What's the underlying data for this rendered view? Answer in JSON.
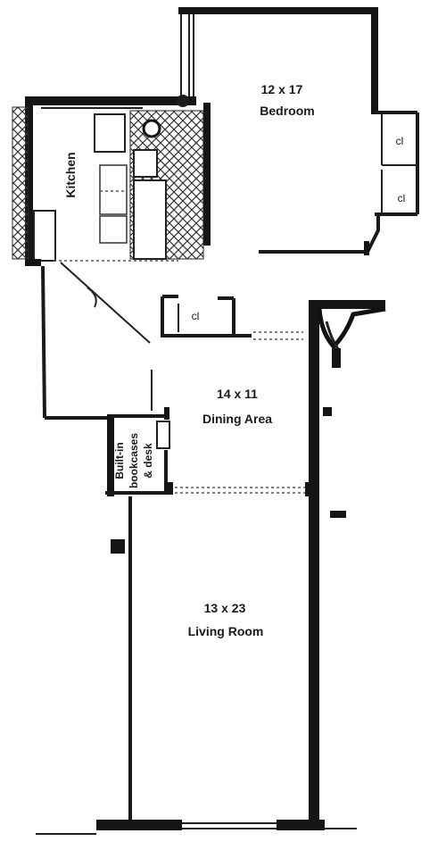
{
  "rooms": {
    "bedroom": {
      "dimensions": "12 x 17",
      "name": "Bedroom"
    },
    "kitchen": {
      "name": "Kitchen"
    },
    "dining": {
      "dimensions": "14 x 11",
      "name": "Dining Area"
    },
    "living": {
      "dimensions": "13 x 23",
      "name": "Living Room"
    },
    "bookcases": {
      "line1": "Built-in",
      "line2": "bookcases",
      "line3": "& desk"
    }
  },
  "closets": {
    "bedroom_closet_1": "cl",
    "bedroom_closet_2": "cl",
    "hall_closet": "cl"
  }
}
